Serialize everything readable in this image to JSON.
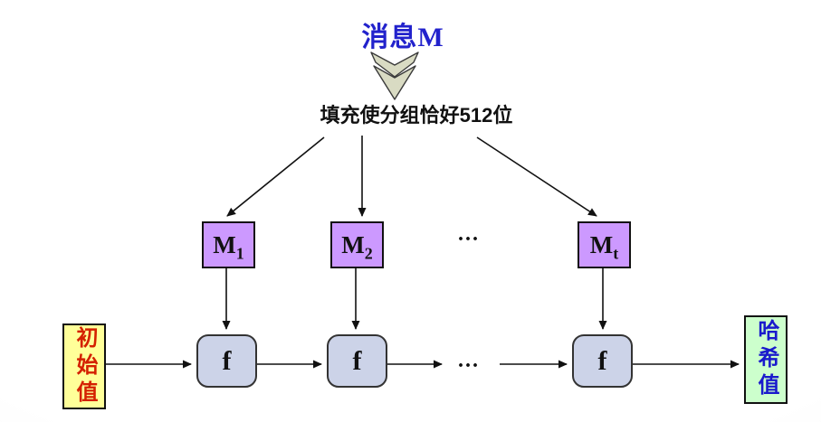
{
  "diagram": {
    "message_title": "消息M",
    "padding_label": "填充使分组恰好512位",
    "message_blocks": [
      {
        "base": "M",
        "sub": "1"
      },
      {
        "base": "M",
        "sub": "2"
      },
      {
        "base": "M",
        "sub": "t"
      }
    ],
    "blocks_ellipsis": "...",
    "compression_functions": [
      {
        "label": "f"
      },
      {
        "label": "f"
      },
      {
        "label": "f"
      }
    ],
    "chain_ellipsis": "...",
    "initial_value_label": "初始值",
    "hash_value_label": "哈希值",
    "colors": {
      "message_text": "#2222cc",
      "block_fill": "#cc99ff",
      "function_fill": "#ccd3e8",
      "initial_fill": "#ffff99",
      "initial_text": "#d42000",
      "hash_fill": "#ccffcc",
      "hash_text": "#1a1acc",
      "down_arrow_fill": "#d9dbc3",
      "connector": "#111111"
    }
  }
}
